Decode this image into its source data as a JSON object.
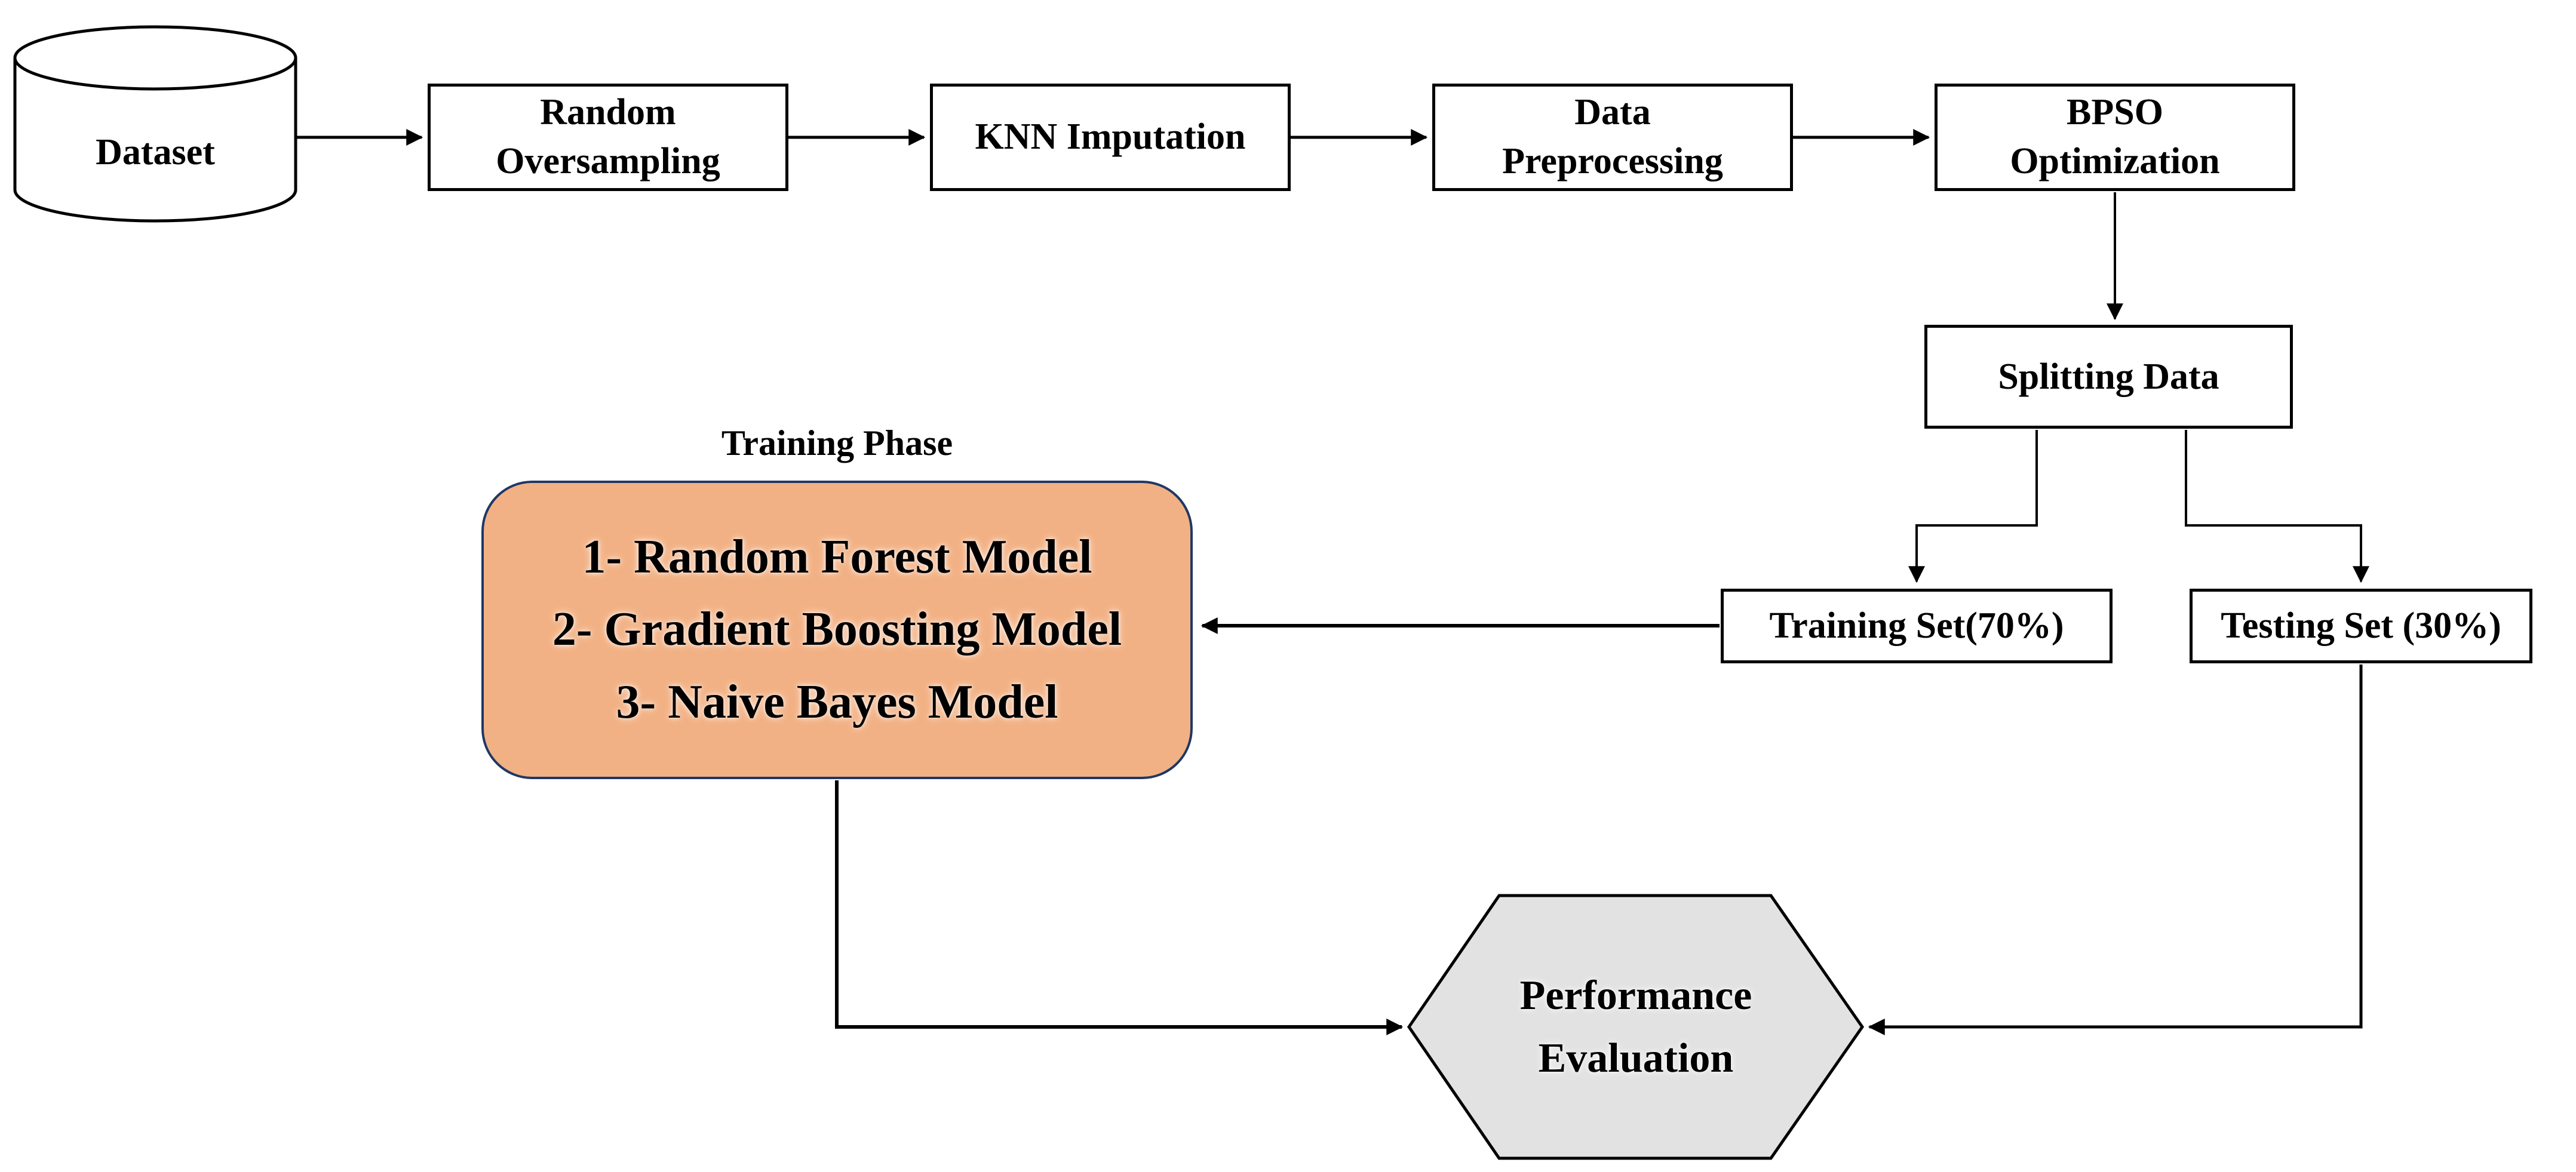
{
  "diagram": {
    "nodes": {
      "dataset": {
        "label": "Dataset"
      },
      "random_oversampling": {
        "lines": [
          "Random",
          "Oversampling"
        ]
      },
      "knn_imputation": {
        "label": "KNN Imputation"
      },
      "data_preprocessing": {
        "lines": [
          "Data",
          "Preprocessing"
        ]
      },
      "bpso_optimization": {
        "lines": [
          "BPSO",
          "Optimization"
        ]
      },
      "splitting_data": {
        "label": "Splitting Data"
      },
      "training_set": {
        "label": "Training Set(70%)"
      },
      "testing_set": {
        "label": "Testing Set (30%)"
      },
      "training_phase": {
        "title": "Training Phase",
        "items": [
          "1- Random Forest Model",
          "2- Gradient Boosting Model",
          "3- Naive Bayes Model"
        ]
      },
      "performance_evaluation": {
        "lines": [
          "Performance",
          "Evaluation"
        ]
      }
    },
    "colors": {
      "training_phase_fill": "#F2B184",
      "training_phase_border": "#1F3864",
      "hexagon_fill": "#E2E2E2",
      "hexagon_border": "#000000",
      "box_border": "#000000",
      "connector": "#000000",
      "background": "#FFFFFF"
    }
  }
}
